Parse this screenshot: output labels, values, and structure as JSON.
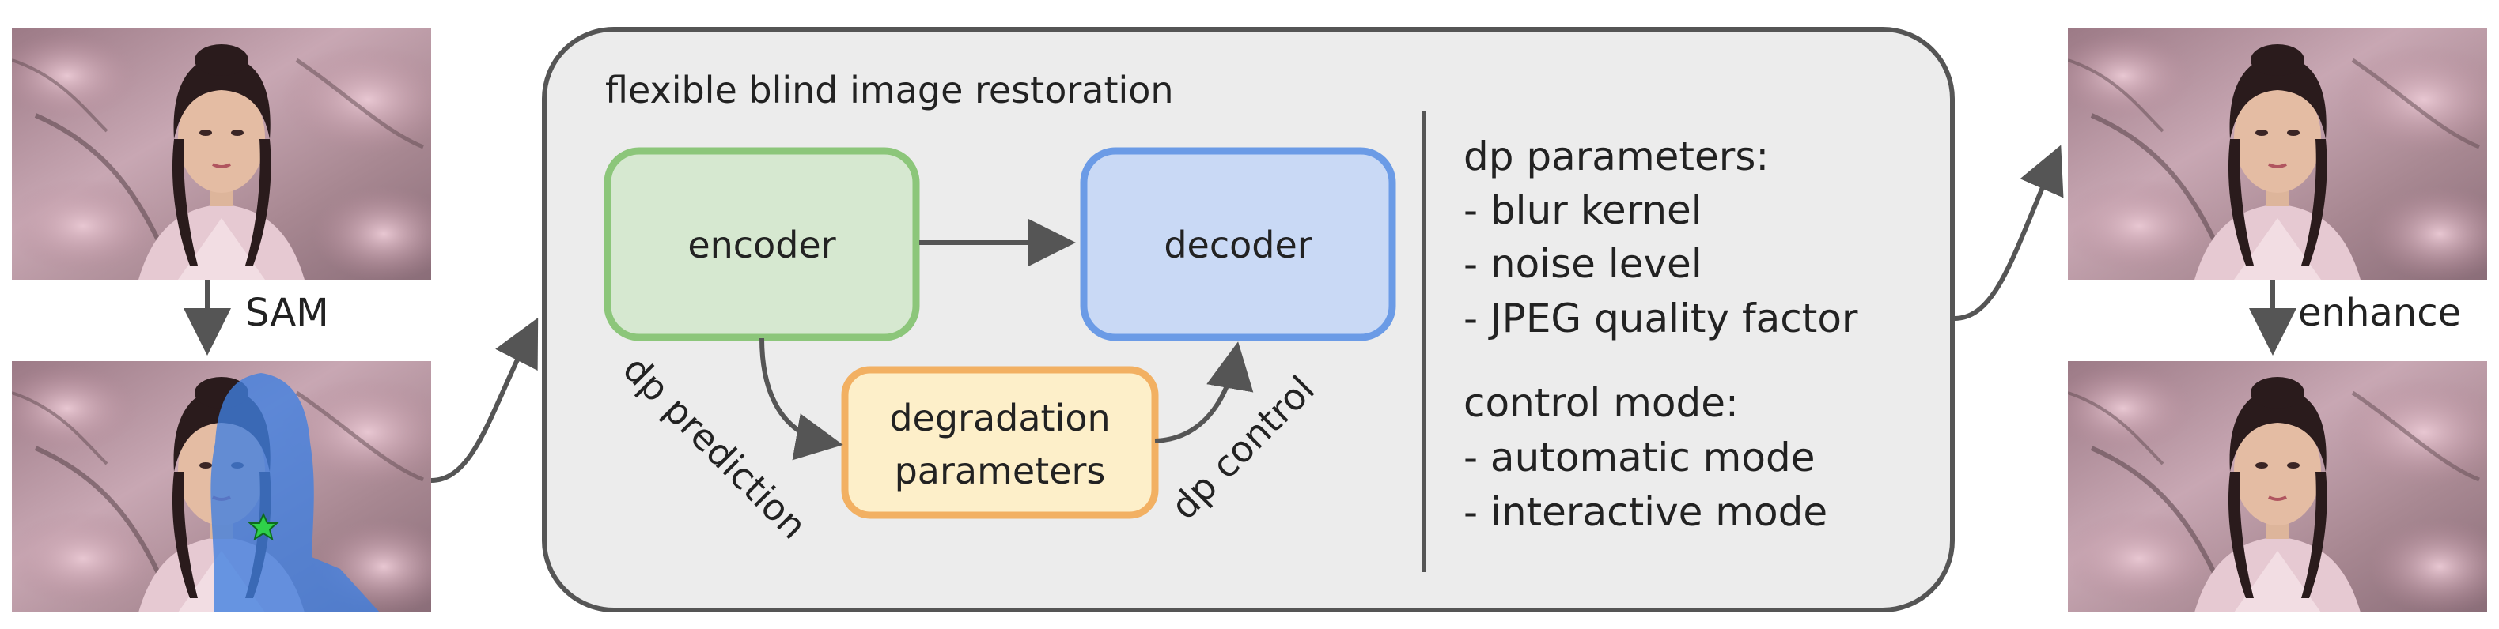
{
  "images": {
    "input_photo": "portrait-photo",
    "sam_photo": "portrait-photo-segmented",
    "output_photo": "portrait-photo-restored",
    "enhanced_photo": "portrait-photo-enhanced"
  },
  "left": {
    "sam_label": "SAM"
  },
  "right": {
    "enhance_label": "enhance"
  },
  "panel": {
    "title": "flexible blind image restoration",
    "encoder": "encoder",
    "decoder": "decoder",
    "degradation_line1": "degradation",
    "degradation_line2": "parameters",
    "dp_prediction": "dp prediction",
    "dp_control": "dp control",
    "params_heading": "dp parameters:",
    "params": [
      "- blur kernel",
      "- noise level",
      "- JPEG quality factor"
    ],
    "mode_heading": "control mode:",
    "modes": [
      "- automatic mode",
      "- interactive mode"
    ]
  },
  "colors": {
    "encoder_fill": "#d6e8d0",
    "encoder_stroke": "#8cc67a",
    "decoder_fill": "#c9d9f5",
    "decoder_stroke": "#6b9be6",
    "degradation_fill": "#fdefc9",
    "degradation_stroke": "#f2b062",
    "panel_fill": "#ececec",
    "panel_stroke": "#555555",
    "arrow": "#555555",
    "mask": "#3f7fe0",
    "star": "#2fd04a"
  }
}
